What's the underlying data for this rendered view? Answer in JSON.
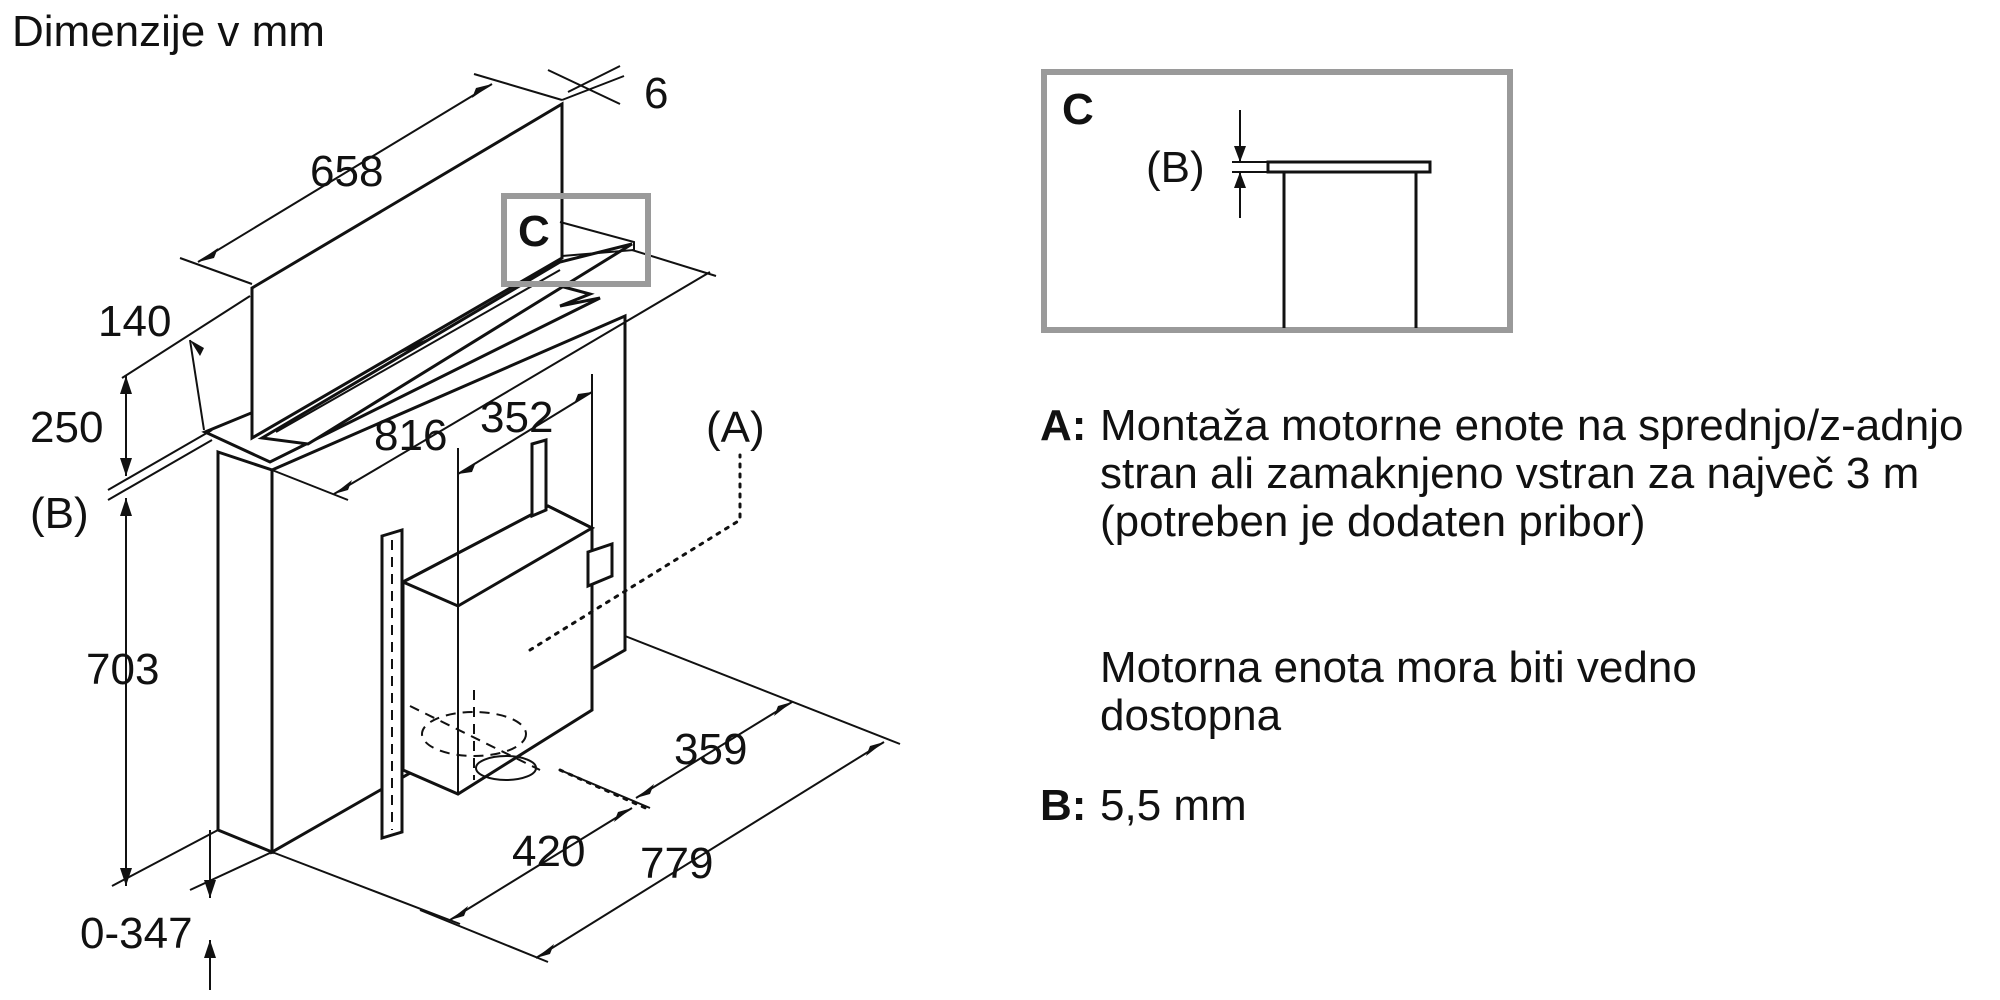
{
  "title": "Dimenzije v mm",
  "dimensions": {
    "d658": "658",
    "d6": "6",
    "d140": "140",
    "d250": "250",
    "d816": "816",
    "d352": "352",
    "d703": "703",
    "d359": "359",
    "d420": "420",
    "d779": "779",
    "d0_347": "0-347"
  },
  "markers": {
    "c_label": "C",
    "a_label": "(A)",
    "b_label": "(B)"
  },
  "detail": {
    "title": "C",
    "b_label": "(B)"
  },
  "legend": [
    {
      "key": "A:",
      "text": "Montaža motorne enote na sprednjo/z-adnjo stran ali zamaknjeno vstran za največ 3 m (potreben je dodaten pribor)"
    },
    {
      "key": "",
      "text": "Motorna enota mora biti vedno dostopna"
    },
    {
      "key": "B:",
      "text": "5,5 mm"
    }
  ]
}
